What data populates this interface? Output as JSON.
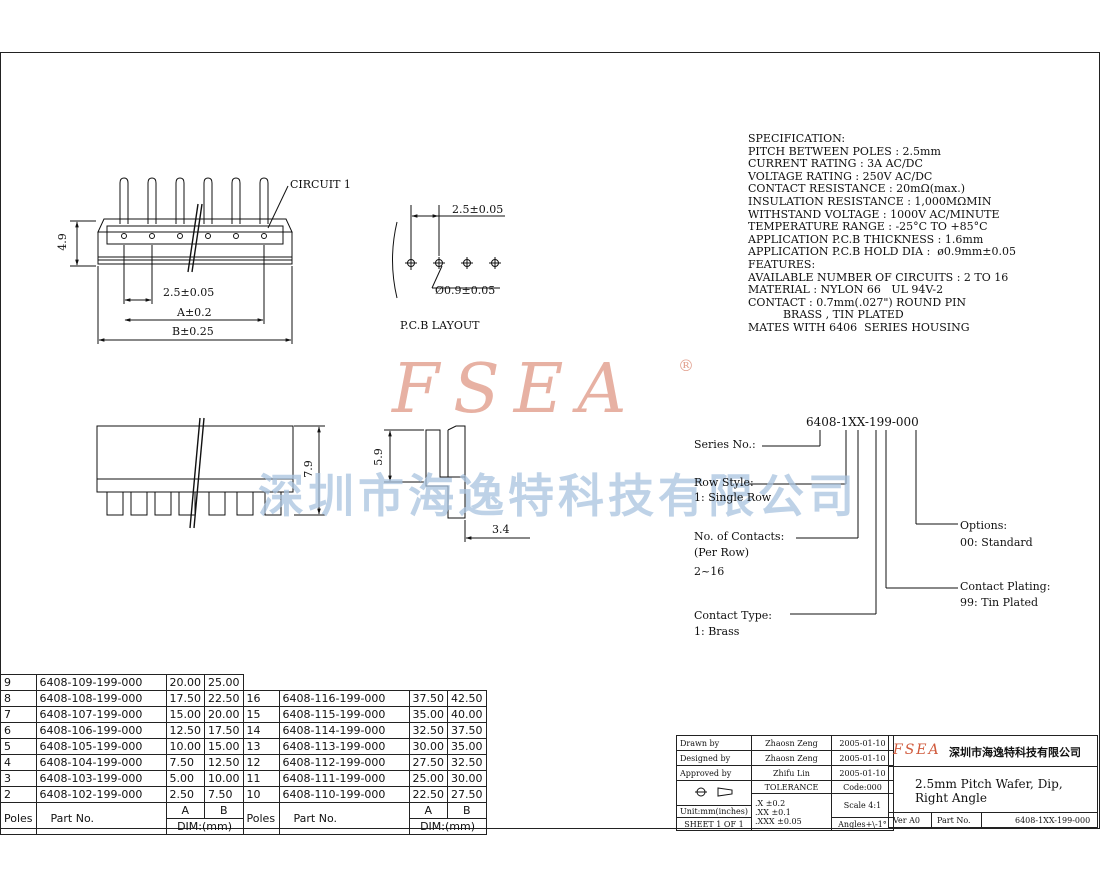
{
  "drawing": {
    "circuit_label": "CIRCUIT 1",
    "dim_height_top": "4.9",
    "dim_pitch": "2.5±0.05",
    "dim_a": "A±0.2",
    "dim_b": "B±0.25",
    "pcb_pitch": "2.5±0.05",
    "pcb_hole": "Ø0.9±0.05",
    "pcb_layout_label": "P.C.B LAYOUT",
    "dim_height_front": "7.9",
    "dim_height_side": "5.9",
    "dim_side_width": "3.4"
  },
  "watermark": {
    "logo": "FSEA",
    "registered": "®",
    "company": "深圳市海逸特科技有限公司"
  },
  "spec": {
    "lines": [
      "SPECIFICATION:",
      "PITCH BETWEEN POLES : 2.5mm",
      "CURRENT RATING : 3A AC/DC",
      "VOLTAGE RATING : 250V AC/DC",
      "CONTACT RESISTANCE : 20mΩ(max.)",
      "INSULATION RESISTANCE : 1,000MΩMIN",
      "WITHSTAND VOLTAGE : 1000V AC/MINUTE",
      "TEMPERATURE RANGE : -25°C TO +85°C",
      "APPLICATION P.C.B THICKNESS : 1.6mm",
      "APPLICATION P.C.B HOLD DIA :  ø0.9mm±0.05",
      "FEATURES:",
      "AVAILABLE NUMBER OF CIRCUITS : 2 TO 16",
      "MATERIAL : NYLON 66   UL 94V-2",
      "CONTACT : 0.7mm(.027\") ROUND PIN",
      "          BRASS , TIN PLATED",
      "MATES WITH 6406  SERIES HOUSING"
    ]
  },
  "part_code": {
    "code": "6408-1XX-199-000",
    "series": "Series No.:",
    "row_style_title": "Row Style:",
    "row_style_value": "1: Single Row",
    "contacts_title": "No. of Contacts:",
    "contacts_sub": "(Per Row)",
    "contacts_value": "2~16",
    "contact_type_title": "Contact Type:",
    "contact_type_value": "1: Brass",
    "options_title": "Options:",
    "options_value": "00: Standard",
    "plating_title": "Contact Plating:",
    "plating_value": "99: Tin Plated"
  },
  "parts_table": {
    "header": {
      "poles": "Poles",
      "part_no": "Part No.",
      "a": "A",
      "b": "B",
      "dim": "DIM:(mm)"
    },
    "rows": [
      {
        "l": [
          "9",
          "6408-109-199-000",
          "20.00",
          "25.00"
        ],
        "r": [
          "",
          "",
          "",
          ""
        ]
      },
      {
        "l": [
          "8",
          "6408-108-199-000",
          "17.50",
          "22.50"
        ],
        "r": [
          "16",
          "6408-116-199-000",
          "37.50",
          "42.50"
        ]
      },
      {
        "l": [
          "7",
          "6408-107-199-000",
          "15.00",
          "20.00"
        ],
        "r": [
          "15",
          "6408-115-199-000",
          "35.00",
          "40.00"
        ]
      },
      {
        "l": [
          "6",
          "6408-106-199-000",
          "12.50",
          "17.50"
        ],
        "r": [
          "14",
          "6408-114-199-000",
          "32.50",
          "37.50"
        ]
      },
      {
        "l": [
          "5",
          "6408-105-199-000",
          "10.00",
          "15.00"
        ],
        "r": [
          "13",
          "6408-113-199-000",
          "30.00",
          "35.00"
        ]
      },
      {
        "l": [
          "4",
          "6408-104-199-000",
          "7.50",
          "12.50"
        ],
        "r": [
          "12",
          "6408-112-199-000",
          "27.50",
          "32.50"
        ]
      },
      {
        "l": [
          "3",
          "6408-103-199-000",
          "5.00",
          "10.00"
        ],
        "r": [
          "11",
          "6408-111-199-000",
          "25.00",
          "30.00"
        ]
      },
      {
        "l": [
          "2",
          "6408-102-199-000",
          "2.50",
          "7.50"
        ],
        "r": [
          "10",
          "6408-110-199-000",
          "22.50",
          "27.50"
        ]
      }
    ]
  },
  "title_block": {
    "drawn_label": "Drawn   by",
    "drawn_name": "Zhaosn Zeng",
    "drawn_date": "2005-01-10",
    "designed_label": "Designed by",
    "designed_name": "Zhaosn Zeng",
    "designed_date": "2005-01-10",
    "approved_label": "Approved by",
    "approved_name": "Zhifu Lin",
    "approved_date": "2005-01-10",
    "tolerance": "TOLERANCE",
    "tol_x": ".X      ±0.2",
    "tol_xx": ".XX     ±0.1",
    "tol_xxx": ".XXX   ±0.05",
    "units": "Unit:mm(inches)",
    "sheet": "SHEET  1  OF  1",
    "code": "Code:000",
    "scale": "Scale  4:1",
    "angles": "Angles+\\-1°",
    "company_logo": "FSEA",
    "company_name": "深圳市海逸特科技有限公司",
    "title_line1": "2.5mm Pitch Wafer, Dip,",
    "title_line2": "Right Angle",
    "ver": "Ver A0",
    "part_label": "Part No.",
    "part_no": "6408-1XX-199-000"
  }
}
